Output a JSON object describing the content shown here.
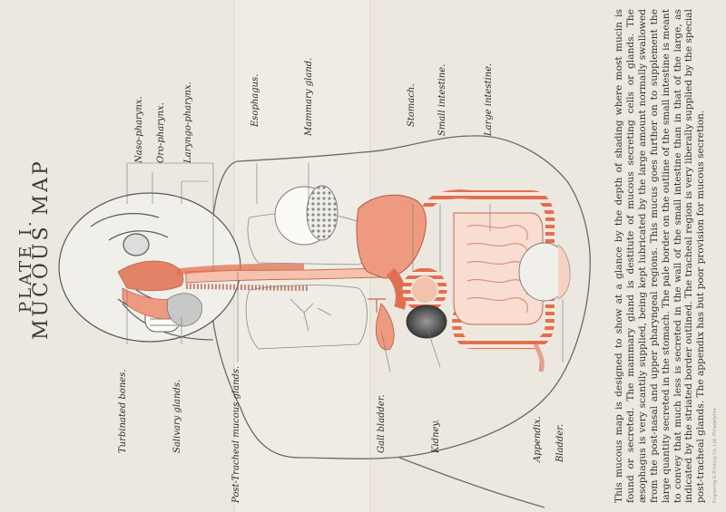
{
  "plate": {
    "number": "PLATE I.",
    "title": "MUCOUS MAP"
  },
  "labels": {
    "turbinated_bones": "Turbinated bones.",
    "salivary_glands": "Salivary glands.",
    "post_tracheal_glands": "Post-Tracheal mucous glands.",
    "gall_bladder": "Gall bladder.",
    "kidney": "Kidney.",
    "appendix": "Appendix.",
    "bladder": "Bladder.",
    "naso_pharynx": "Naso-pharynx.",
    "oro_pharynx": "Oro-pharynx.",
    "laryngo_pharynx": "Laryngo-pharynx.",
    "esophagus": "Esophagus.",
    "mammary_gland": "Mammary gland.",
    "stomach": "Stomach.",
    "small_intestine": "Small intestine.",
    "large_intestine": "Large intestine."
  },
  "description": "This mucous map is designed to show at a glance by the depth of shading where most mucin is found or secreted. The mammary gland is destitute of mucous secreting cells or glands. The æsophagus is very scantily supplied, being kept lubricated by the large amount normally swallowed from the post-nasal and upper pharyngeal regions. This mucus goes further on to supplement the large quantity secreted in the stomach. The pale border on the outline of the small intestine is meant to convey that much less is secreted in the wall of the small intestine than in that of the large, as indicated by the striated border outlined. The tracheal region is very liberally supplied by the special post-tracheal glands. The appendix has but poor provision for mucous secretion.",
  "credit": "Engraving & Printing Co. Ltd. Philadelphia",
  "colors": {
    "paper": "#ece8e0",
    "mucus_dark": "#e07050",
    "mucus_mid": "#ee9a80",
    "mucus_light": "#f5c2ad",
    "mucus_pale": "#f8ddd0",
    "kidney": "#5a5a5a",
    "outline": "#555555"
  }
}
